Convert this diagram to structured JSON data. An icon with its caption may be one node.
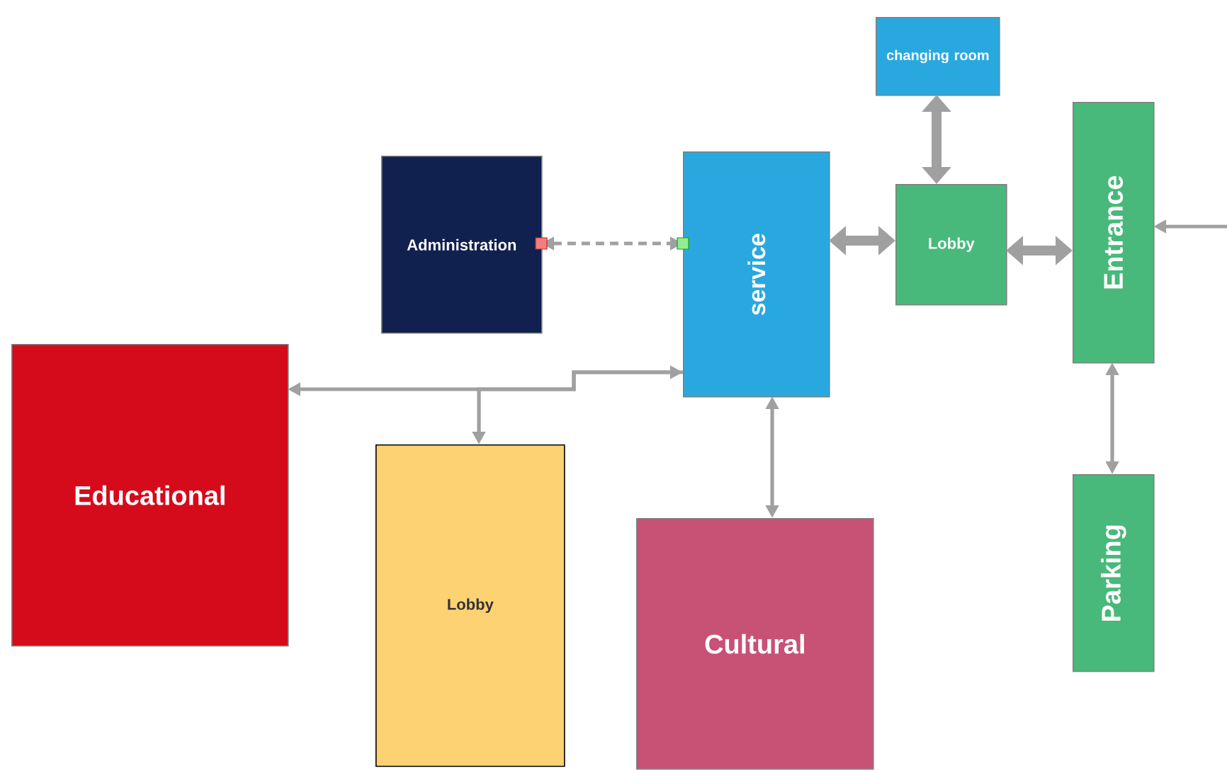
{
  "diagram": {
    "nodes": [
      {
        "text": [
          "changing room"
        ]
      },
      {
        "text": [
          "Administration"
        ]
      },
      {
        "text": [
          "service"
        ]
      },
      {
        "text": [
          "Lobby"
        ]
      },
      {
        "text": [
          "Entrance"
        ]
      },
      {
        "text": [
          "Educational"
        ]
      },
      {
        "text": [
          "Lobby"
        ]
      },
      {
        "text": [
          "Cultural"
        ]
      },
      {
        "text": [
          "Parking"
        ]
      }
    ],
    "edges": [
      {
        "from": 1,
        "to": 2,
        "arrow": "both",
        "style": "dashed"
      },
      {
        "from": 2,
        "to": 3,
        "arrow": "both",
        "style": "thick"
      },
      {
        "from": 3,
        "to": 0,
        "arrow": "both",
        "style": "thick"
      },
      {
        "from": 3,
        "to": 4,
        "arrow": "both",
        "style": "thick"
      },
      {
        "from": null,
        "to": 4,
        "arrow": "to"
      },
      {
        "from": 4,
        "to": 8,
        "arrow": "both"
      },
      {
        "from": 2,
        "to": 7,
        "arrow": "both"
      },
      {
        "from": 2,
        "to": 5,
        "arrow": "both"
      },
      {
        "from": 2,
        "to": 6,
        "arrow": "to"
      }
    ]
  }
}
